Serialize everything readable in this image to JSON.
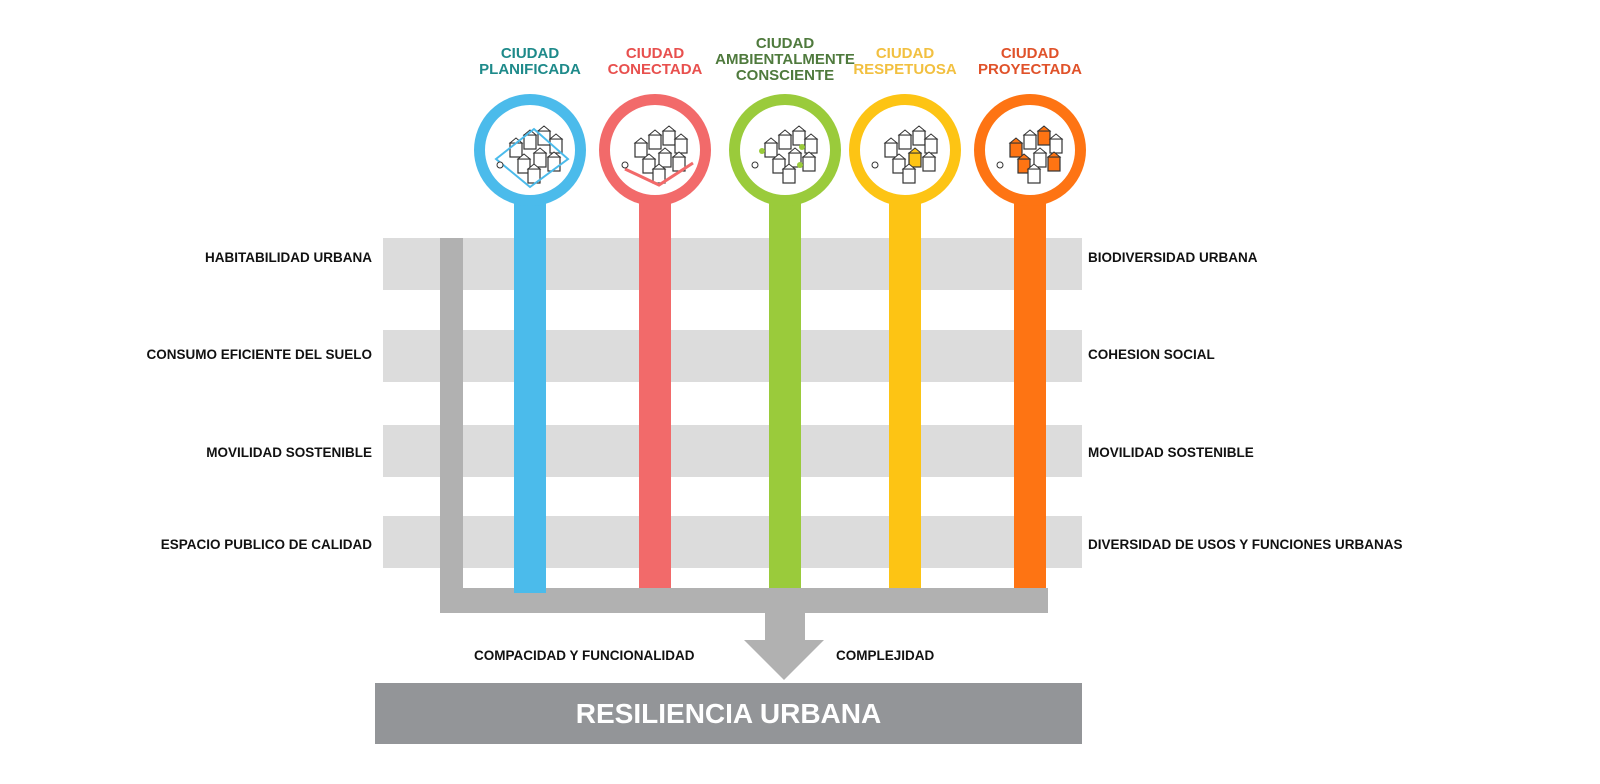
{
  "columns": [
    {
      "title_line1": "CIUDAD",
      "title_line2": "PLANIFICADA",
      "title_line3": "",
      "color": "#4bbbeb",
      "title_color": "#1e8a8a",
      "icon": "city-planned-icon"
    },
    {
      "title_line1": "CIUDAD",
      "title_line2": "CONECTADA",
      "title_line3": "",
      "color": "#f26a6a",
      "title_color": "#e8504e",
      "icon": "city-connected-icon"
    },
    {
      "title_line1": "CIUDAD",
      "title_line2": "AMBIENTALMENTE",
      "title_line3": "CONSCIENTE",
      "color": "#9acb3b",
      "title_color": "#4f7a3d",
      "icon": "city-green-icon"
    },
    {
      "title_line1": "CIUDAD",
      "title_line2": "RESPETUOSA",
      "title_line3": "",
      "color": "#fdc414",
      "title_color": "#f2c040",
      "icon": "city-respectful-icon"
    },
    {
      "title_line1": "CIUDAD",
      "title_line2": "PROYECTADA",
      "title_line3": "",
      "color": "#fe7413",
      "title_color": "#e0522a",
      "icon": "city-projected-icon"
    }
  ],
  "left_labels": [
    "HABITABILIDAD URBANA",
    "CONSUMO EFICIENTE DEL SUELO",
    "MOVILIDAD SOSTENIBLE",
    "ESPACIO PUBLICO DE CALIDAD"
  ],
  "right_labels": [
    "BIODIVERSIDAD URBANA",
    "COHESION SOCIAL",
    "MOVILIDAD SOSTENIBLE",
    "DIVERSIDAD DE USOS Y FUNCIONES URBANAS"
  ],
  "bottom": {
    "left_caption": "COMPACIDAD Y FUNCIONALIDAD",
    "right_caption": "COMPLEJIDAD",
    "result": "RESILIENCIA URBANA"
  }
}
